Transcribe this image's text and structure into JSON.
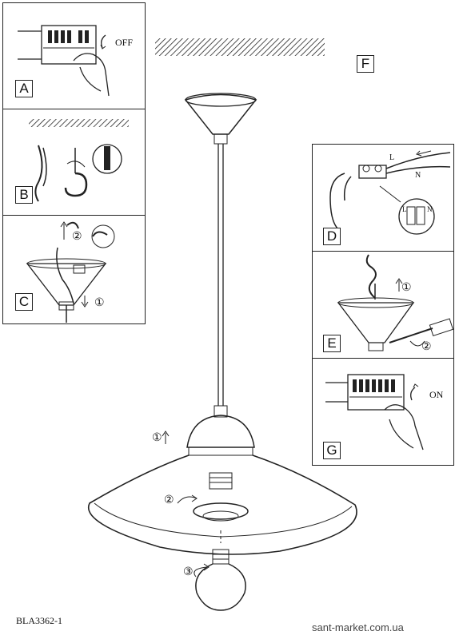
{
  "panels": {
    "a": {
      "label": "A",
      "switch_text": "OFF"
    },
    "b": {
      "label": "B"
    },
    "c": {
      "label": "C",
      "step1": "①",
      "step2": "②"
    },
    "d": {
      "label": "D",
      "wire_l": "L",
      "wire_n": "N",
      "term_l": "L",
      "term_n": "N"
    },
    "e": {
      "label": "E",
      "step1": "①",
      "step2": "②"
    },
    "f": {
      "label": "F",
      "step1": "①",
      "step2": "②",
      "step3": "③"
    },
    "g": {
      "label": "G",
      "switch_text": "ON"
    }
  },
  "footer": {
    "model": "BLA3362-1",
    "watermark": "sant-market.com.ua"
  }
}
